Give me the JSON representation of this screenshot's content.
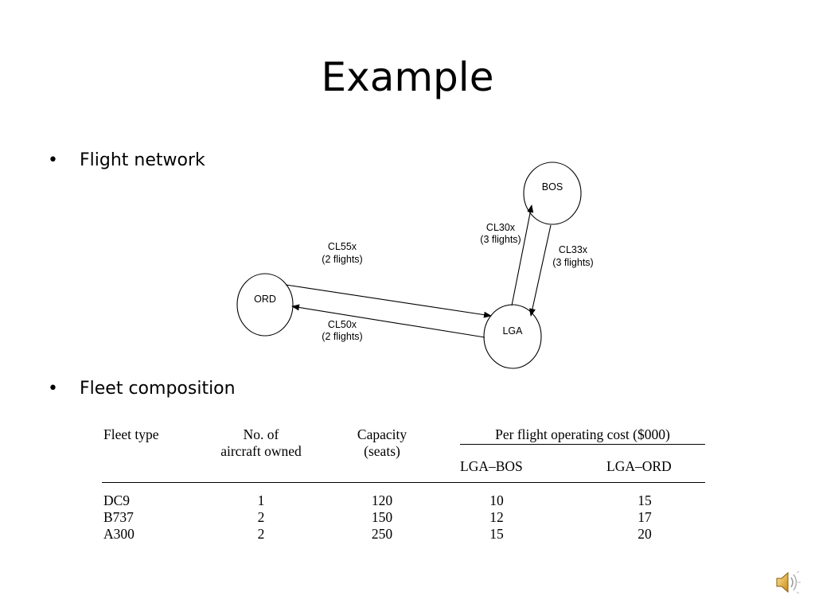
{
  "slide": {
    "title": "Example"
  },
  "bullets": [
    {
      "marker": "•",
      "text": "Flight network"
    },
    {
      "marker": "•",
      "text": "Fleet composition"
    }
  ],
  "network": {
    "nodes": [
      {
        "id": "BOS",
        "label": "BOS"
      },
      {
        "id": "ORD",
        "label": "ORD"
      },
      {
        "id": "LGA",
        "label": "LGA"
      }
    ],
    "edges": [
      {
        "name": "CL55x",
        "flights": "(2 flights)",
        "from": "ORD",
        "to": "LGA"
      },
      {
        "name": "CL50x",
        "flights": "(2 flights)",
        "from": "LGA",
        "to": "ORD"
      },
      {
        "name": "CL30x",
        "flights": "(3 flights)",
        "from": "LGA",
        "to": "BOS"
      },
      {
        "name": "CL33x",
        "flights": "(3 flights)",
        "from": "BOS",
        "to": "LGA"
      }
    ]
  },
  "table": {
    "headers": {
      "fleet_type": "Fleet type",
      "aircraft_owned_line1": "No. of",
      "aircraft_owned_line2": "aircraft owned",
      "capacity_line1": "Capacity",
      "capacity_line2": "(seats)",
      "cost_group": "Per flight operating cost ($000)",
      "cost_lga_bos": "LGA–BOS",
      "cost_lga_ord": "LGA–ORD"
    },
    "rows": [
      {
        "fleet": "DC9",
        "owned": "1",
        "capacity": "120",
        "lga_bos": "10",
        "lga_ord": "15"
      },
      {
        "fleet": "B737",
        "owned": "2",
        "capacity": "150",
        "lga_bos": "12",
        "lga_ord": "17"
      },
      {
        "fleet": "A300",
        "owned": "2",
        "capacity": "250",
        "lga_bos": "15",
        "lga_ord": "20"
      }
    ]
  },
  "icons": {
    "speaker": "speaker-icon"
  }
}
